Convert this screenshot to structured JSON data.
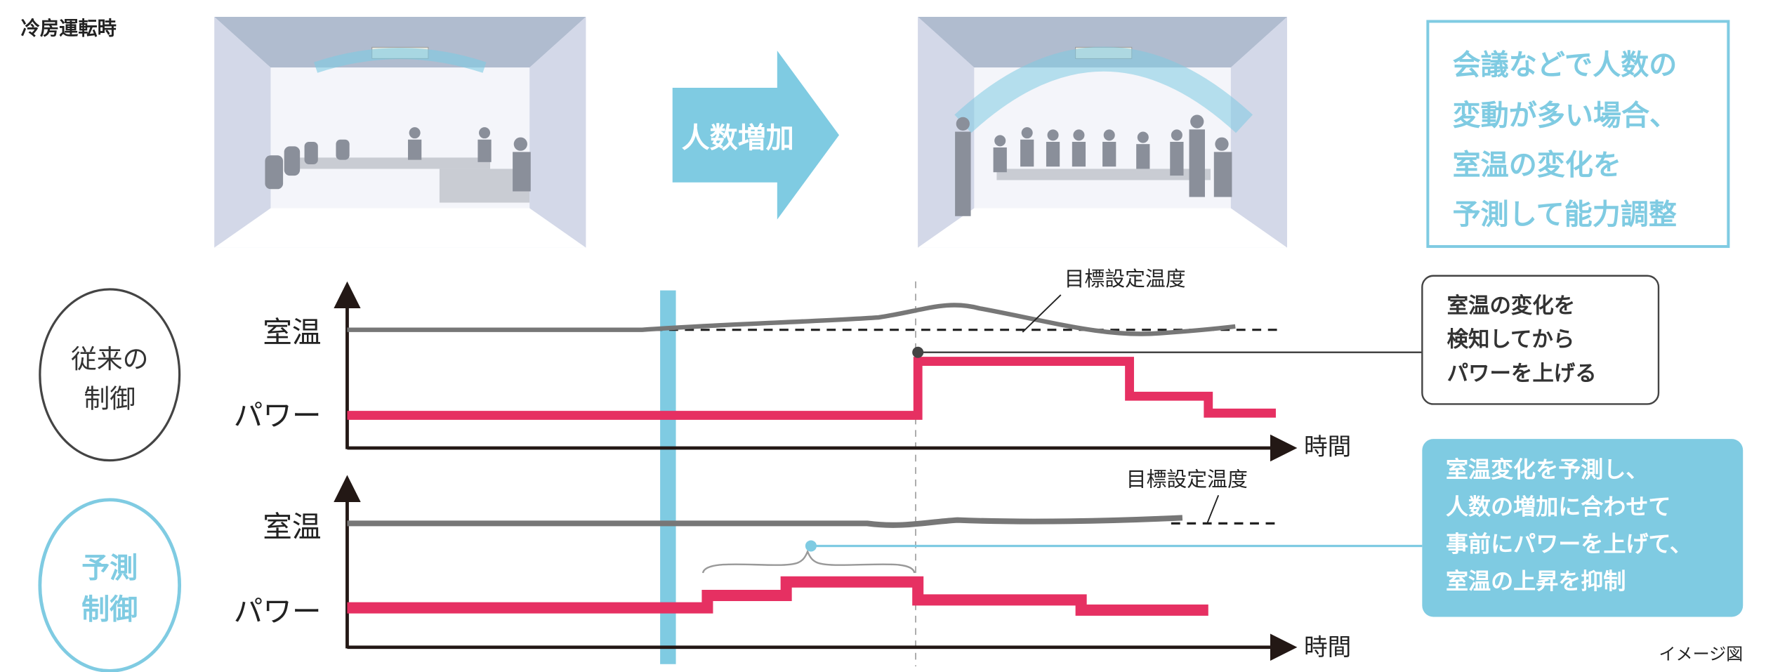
{
  "mode_label": "冷房運転時",
  "arrow_label": "人数増加",
  "summary_box": {
    "lines": [
      "会議などで人数の",
      "変動が多い場合、",
      "室温の変化を",
      "予測して能力調整"
    ]
  },
  "conventional": {
    "circle_lines": [
      "従来の",
      "制御"
    ],
    "room_temp_label": "室温",
    "power_label": "パワー",
    "target_label": "目標設定温度",
    "time_label": "時間",
    "callout_lines": [
      "室温の変化を",
      "検知してから",
      "パワーを上げる"
    ]
  },
  "predictive": {
    "circle_lines": [
      "予測",
      "制御"
    ],
    "room_temp_label": "室温",
    "power_label": "パワー",
    "target_label": "目標設定温度",
    "time_label": "時間",
    "callout_lines": [
      "室温変化を予測し、",
      "人数の増加に合わせて",
      "事前にパワーを上げて、",
      "室温の上昇を抑制"
    ]
  },
  "footnote": "イメージ図",
  "colors": {
    "accent_blue": "#7fcbe2",
    "power_red": "#e63062",
    "temp_gray": "#777777",
    "axis": "#231815"
  }
}
